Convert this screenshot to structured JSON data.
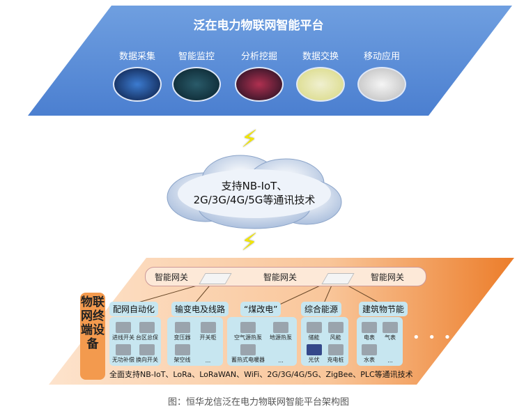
{
  "platform": {
    "title": "泛在电力物联网智能平台",
    "modules": [
      "数据采集",
      "智能监控",
      "分析挖掘",
      "数据交换",
      "移动应用"
    ]
  },
  "network": {
    "line1": "支持NB-IoT、",
    "line2": "2G/3G/4G/5G等通讯技术"
  },
  "terminal": {
    "gateways": [
      "智能网关",
      "智能网关",
      "智能网关"
    ],
    "vertical_label": "物联网终端设备",
    "categories": [
      {
        "name": "配网自动化",
        "items": [
          "进线开关",
          "台区总保",
          "无功补偿",
          "换向开关"
        ]
      },
      {
        "name": "输变电及线路",
        "items": [
          "变压器",
          "开关柜",
          "架空线",
          "..."
        ]
      },
      {
        "name": "“煤改电”",
        "items": [
          "空气源热泵",
          "地源热泵",
          "蓄热式电暖器",
          "..."
        ]
      },
      {
        "name": "综合能源",
        "items": [
          "储能",
          "风能",
          "光伏",
          "充电桩"
        ]
      },
      {
        "name": "建筑物节能",
        "items": [
          "电表",
          "气表",
          "水表",
          "..."
        ]
      }
    ],
    "more": "• • •",
    "support_text": "全面支持NB-IoT、LoRa、LoRaWAN、WiFi、2G/3G/4G/5G、ZigBee、PLC等通讯技术"
  },
  "caption": "图：恒华龙信泛在电力物联网智能平台架构图"
}
